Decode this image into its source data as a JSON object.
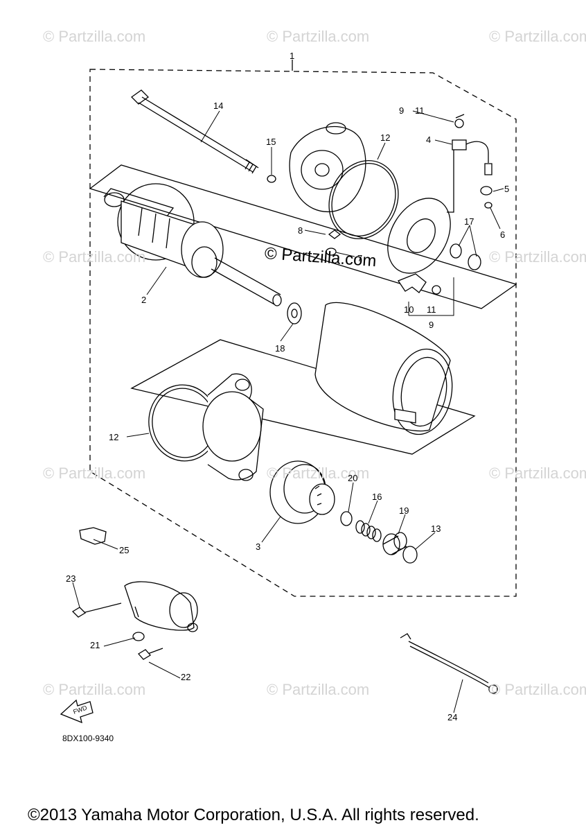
{
  "watermark": "© Partzilla.com",
  "center_watermark": "© Partzilla.com",
  "diagram_code": "8DX100-9340",
  "fwd_label": "FWD",
  "copyright": "©2013 Yamaha Motor Corporation, U.S.A. All rights reserved.",
  "callouts": {
    "c1": "1",
    "c2": "2",
    "c3": "3",
    "c4": "4",
    "c5": "5",
    "c6": "6",
    "c7": "7",
    "c8": "8",
    "c9a": "9",
    "c9b": "9",
    "c10": "10",
    "c11a": "11",
    "c11b": "11",
    "c12a": "12",
    "c12b": "12",
    "c13": "13",
    "c14": "14",
    "c15": "15",
    "c16": "16",
    "c17": "17",
    "c18": "18",
    "c19": "19",
    "c20": "20",
    "c21": "21",
    "c22": "22",
    "c23": "23",
    "c24": "24",
    "c25": "25"
  }
}
